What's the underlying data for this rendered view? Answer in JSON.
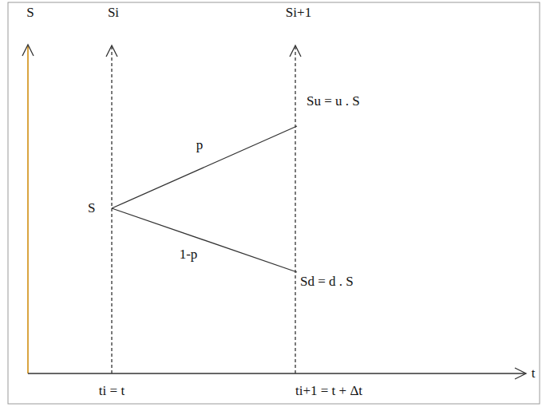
{
  "diagram": {
    "nodes": [
      {
        "text": [
          "S"
        ]
      },
      {
        "text": [
          "Su = u . S"
        ]
      },
      {
        "text": [
          "Sd = d . S"
        ]
      }
    ],
    "edges": [
      {
        "from": 0,
        "to": 1,
        "label": "p",
        "arrow": "none"
      },
      {
        "from": 0,
        "to": 2,
        "label": "1-p",
        "arrow": "none"
      }
    ],
    "labels": [
      "S",
      "Si",
      "Si+1",
      "t",
      "ti = t",
      "ti+1 = t + Δt"
    ]
  }
}
